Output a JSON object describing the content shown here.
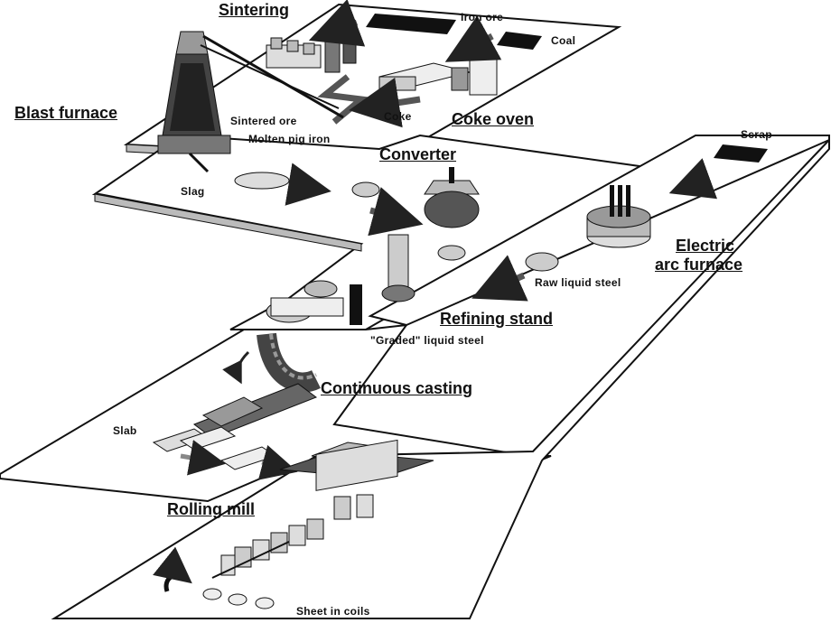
{
  "labels": {
    "sintering": "Sintering",
    "iron_ore": "Iron ore",
    "coal": "Coal",
    "blast_furnace": "Blast furnace",
    "sintered_ore": "Sintered ore",
    "coke": "Coke",
    "coke_oven": "Coke oven",
    "molten_pig_iron": "Molten pig iron",
    "converter": "Converter",
    "scrap": "Scrap",
    "slag": "Slag",
    "electric_line1": "Electric",
    "electric_line2": "arc furnace",
    "raw_liquid_steel": "Raw liquid steel",
    "refining_stand": "Refining stand",
    "graded_liquid_steel": "\"Graded\" liquid steel",
    "continuous_casting": "Continuous casting",
    "slab": "Slab",
    "rolling_mill": "Rolling mill",
    "sheet_in_coils": "Sheet in coils"
  },
  "colors": {
    "ink": "#111111",
    "platform": "#ffffff",
    "dark": "#1a1a1a",
    "mid": "#8a8a8a",
    "light": "#d0d0d0"
  }
}
